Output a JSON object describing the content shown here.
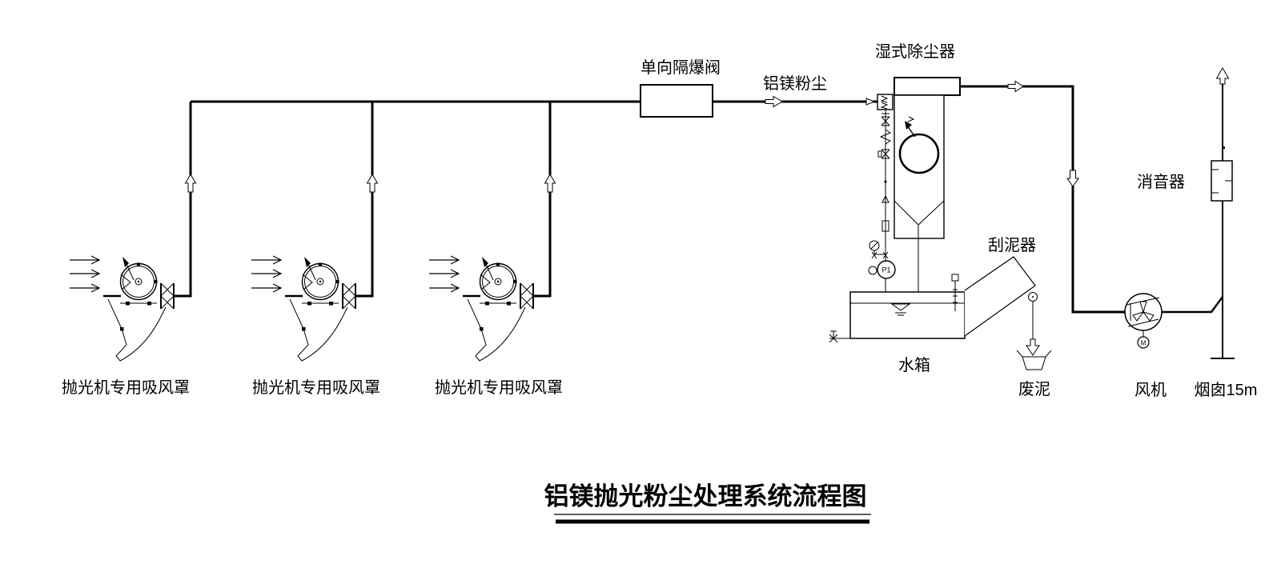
{
  "colors": {
    "ink": "#000000",
    "background": "#ffffff"
  },
  "title": {
    "text": "铝镁抛光粉尘处理系统流程图"
  },
  "components": {
    "hood1_label": "抛光机专用吸风罩",
    "hood2_label": "抛光机专用吸风罩",
    "hood3_label": "抛光机专用吸风罩",
    "explosion_valve_label": "单向隔爆阀",
    "dust_flow_label": "铝镁粉尘",
    "wet_collector_label": "湿式除尘器",
    "scraper_label": "刮泥器",
    "water_tank_label": "水箱",
    "waste_mud_label": "废泥",
    "fan_label": "风机",
    "chimney_label": "烟囱15m",
    "muffler_label": "消音器",
    "pump_tag": "P1",
    "fan_motor_tag": "M"
  }
}
